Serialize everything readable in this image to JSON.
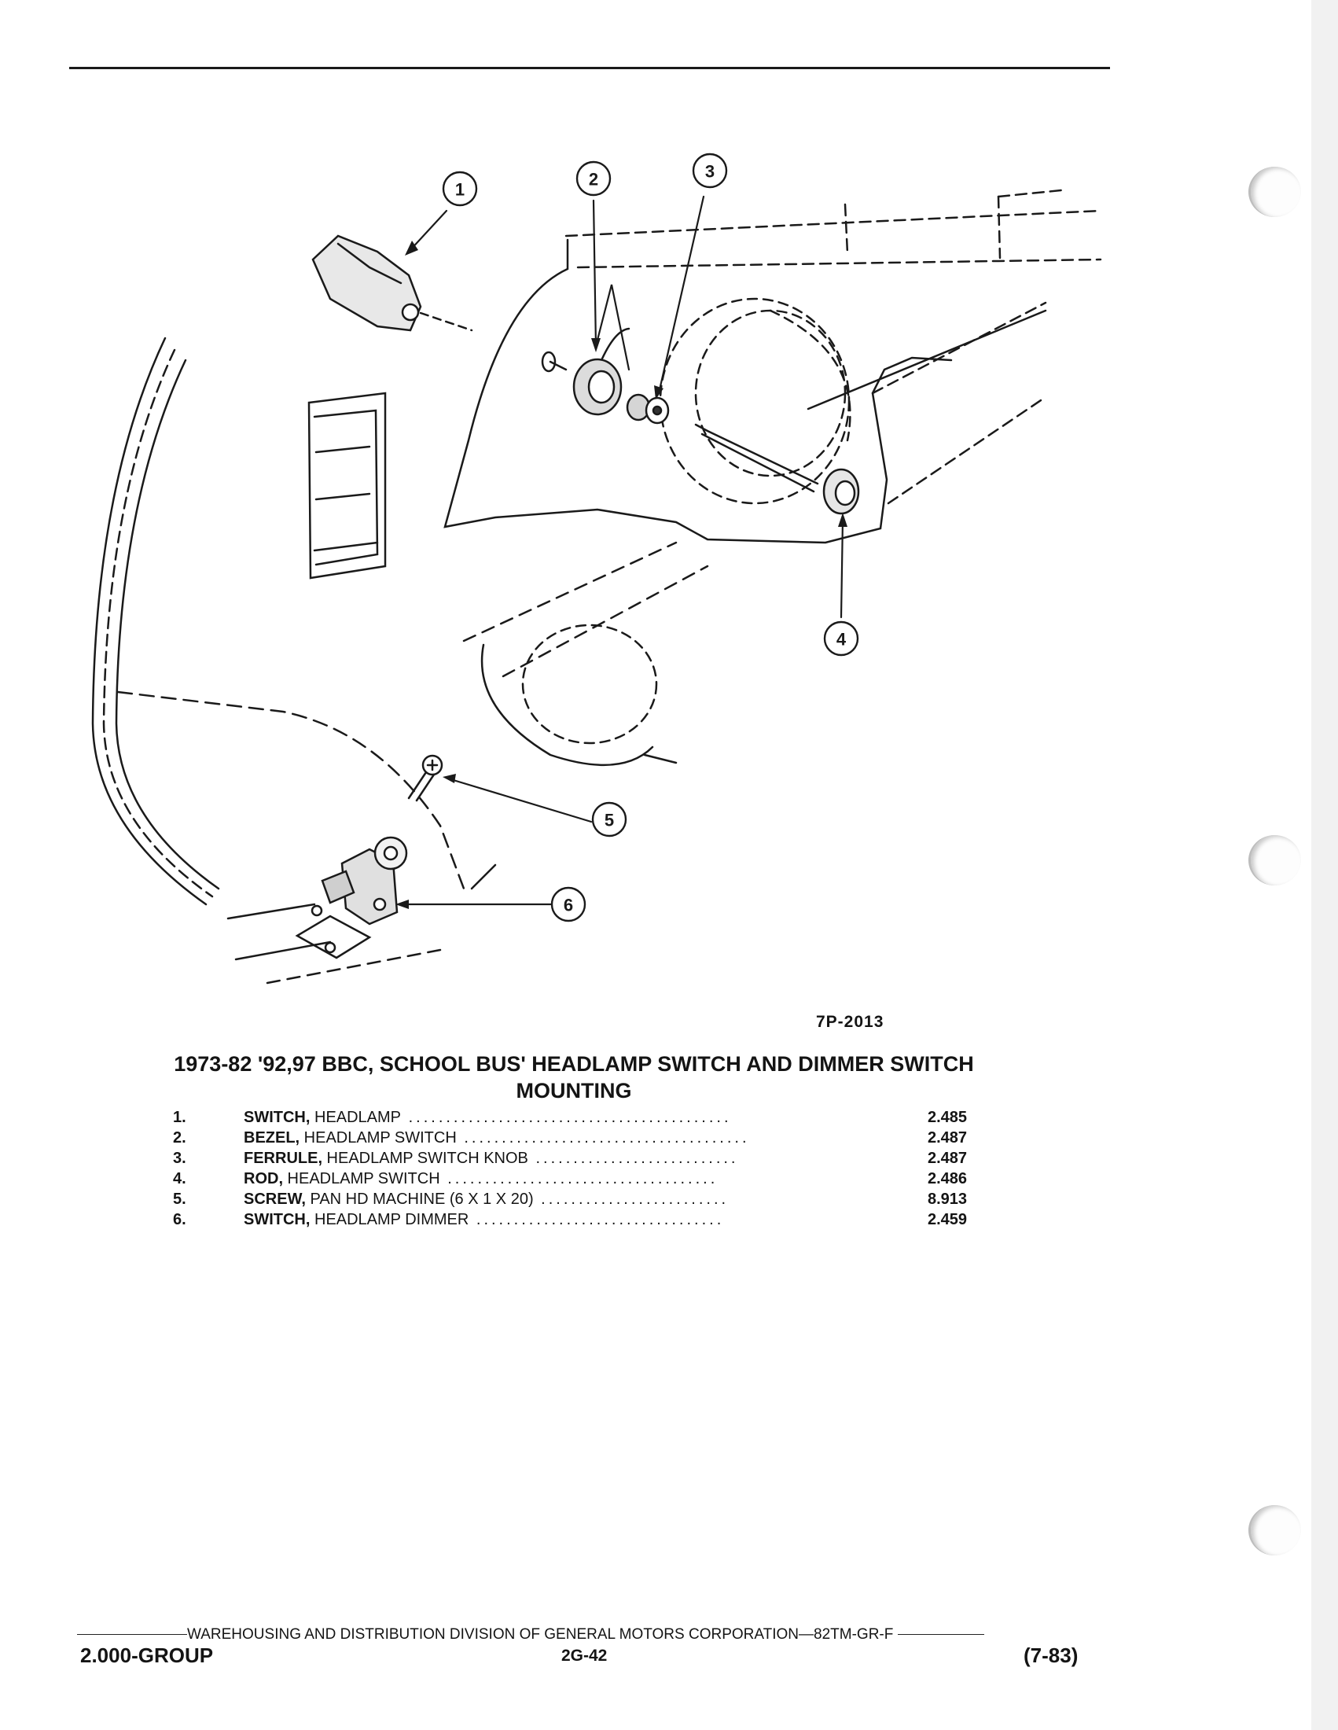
{
  "figure": {
    "code": "7P-2013",
    "callouts": [
      "1",
      "2",
      "3",
      "4",
      "5",
      "6"
    ]
  },
  "title": {
    "line1": "1973-82 '92,97 BBC, SCHOOL BUS' HEADLAMP SWITCH AND DIMMER SWITCH",
    "line2": "MOUNTING"
  },
  "parts": [
    {
      "num": "1.",
      "name": "SWITCH,",
      "desc": " HEADLAMP",
      "dots": " ...........................................",
      "ref": "2.485"
    },
    {
      "num": "2.",
      "name": "BEZEL,",
      "desc": " HEADLAMP SWITCH",
      "dots": " ......................................",
      "ref": "2.487"
    },
    {
      "num": "3.",
      "name": "FERRULE,",
      "desc": " HEADLAMP SWITCH KNOB",
      "dots": " ...........................",
      "ref": "2.487"
    },
    {
      "num": "4.",
      "name": "ROD,",
      "desc": " HEADLAMP SWITCH",
      "dots": " ....................................",
      "ref": "2.486"
    },
    {
      "num": "5.",
      "name": "SCREW,",
      "desc": " PAN HD MACHINE (6 X 1 X 20)",
      "dots": " .........................",
      "ref": "8.913"
    },
    {
      "num": "6.",
      "name": "SWITCH,",
      "desc": " HEADLAMP DIMMER",
      "dots": " .................................",
      "ref": "2.459"
    }
  ],
  "footer": {
    "division": "WAREHOUSING AND DISTRIBUTION  DIVISION OF GENERAL MOTORS CORPORATION—82TM-GR-F",
    "group": "2.000-GROUP",
    "page": "2G-42",
    "date": "(7-83)"
  }
}
